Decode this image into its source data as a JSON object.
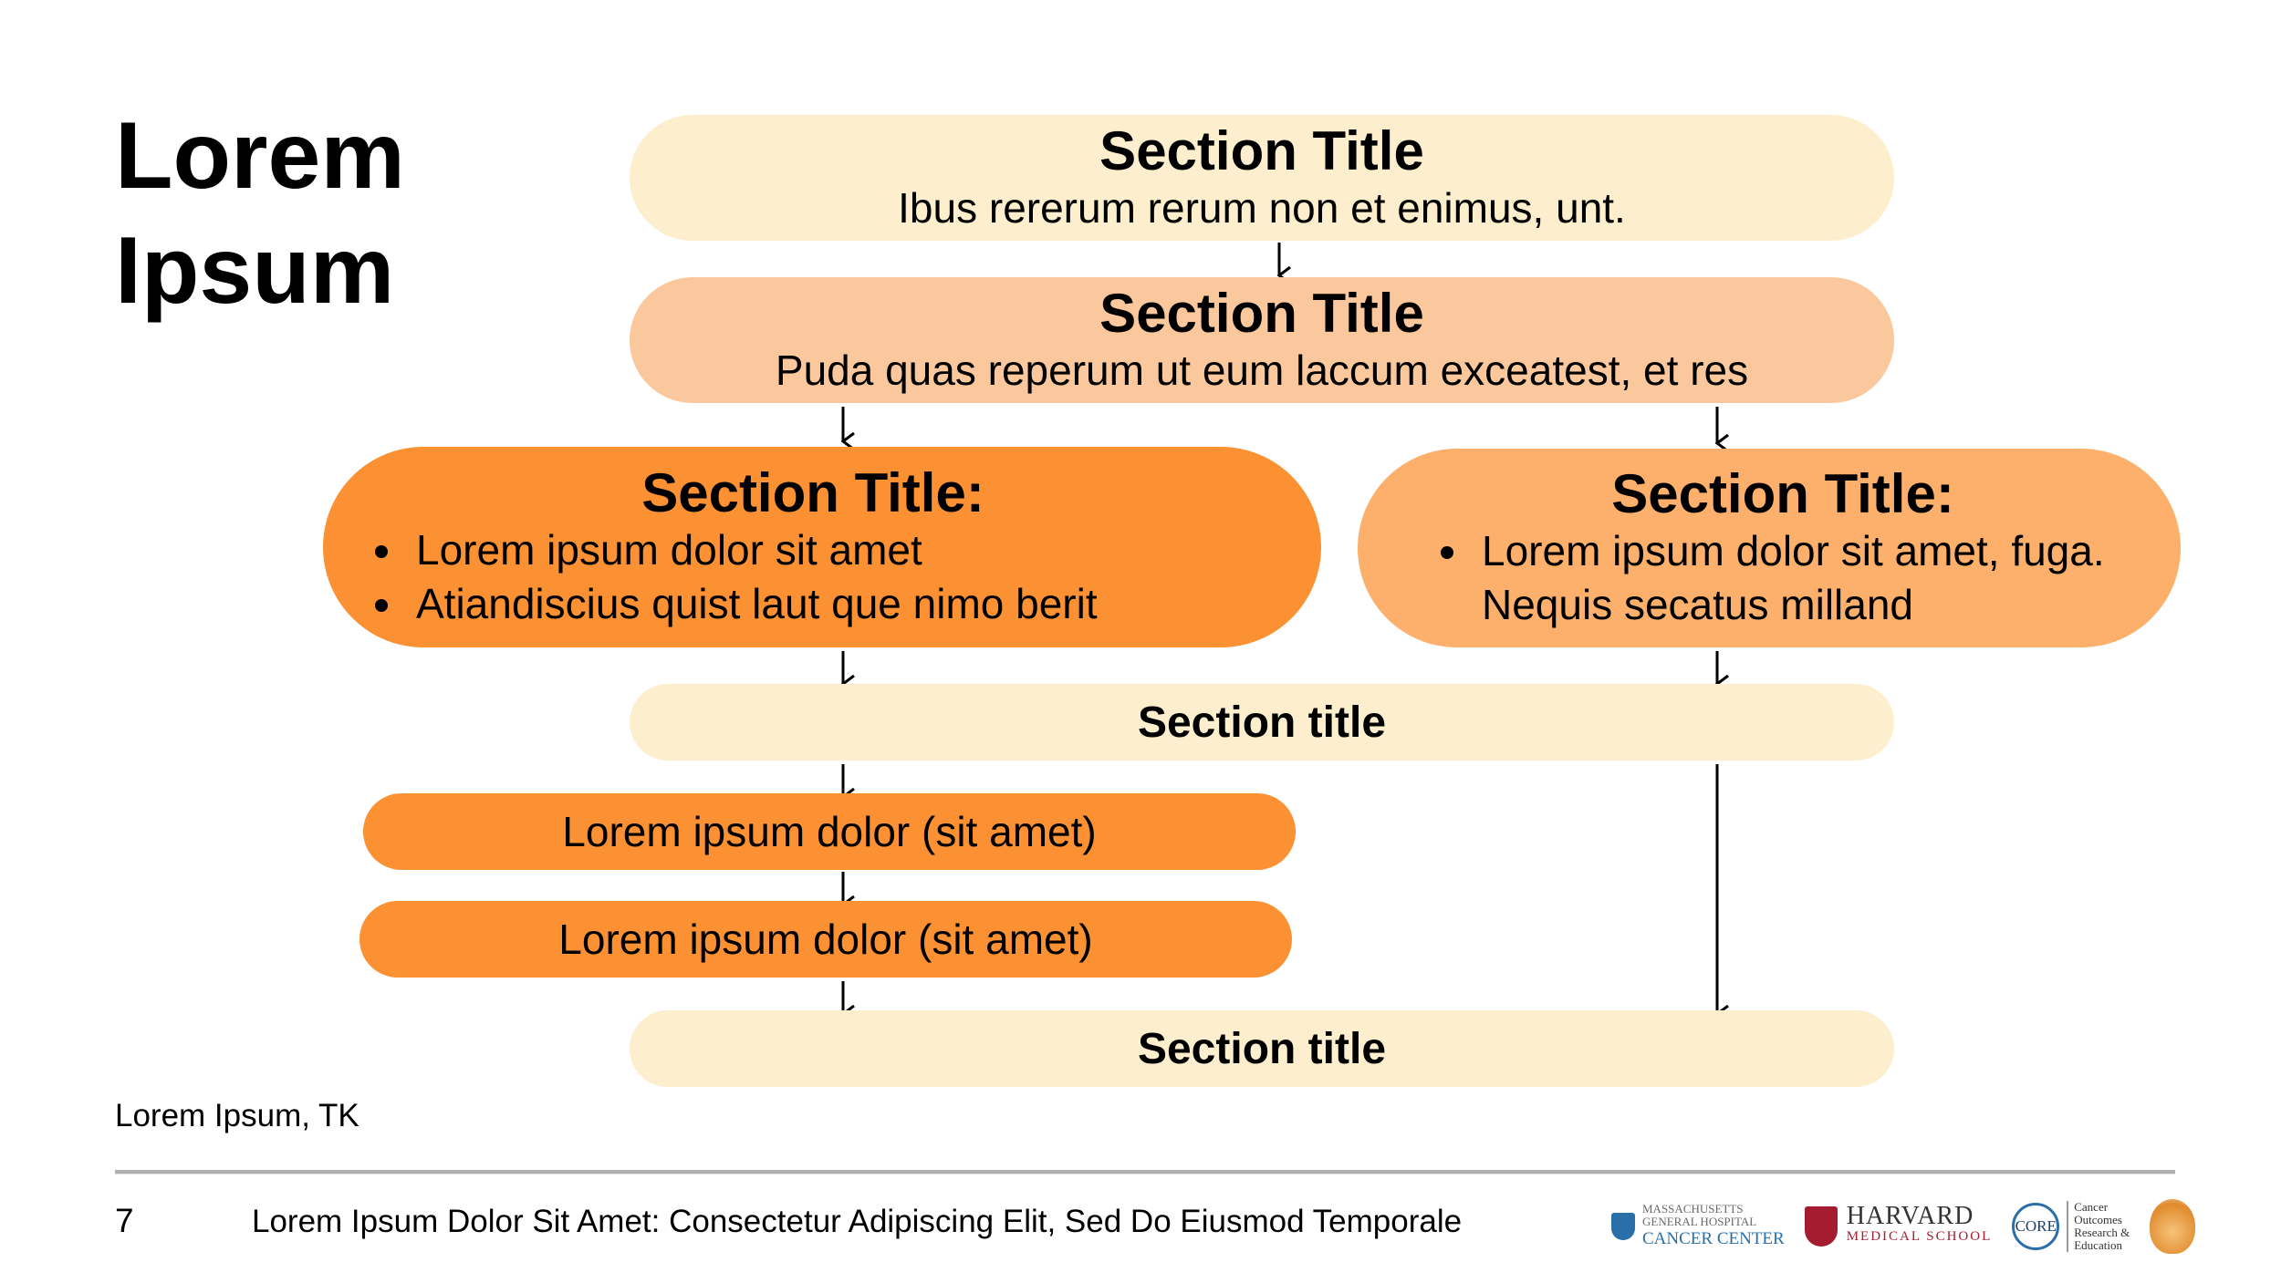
{
  "slide": {
    "title": "Lorem Ipsum",
    "source": "Lorem Ipsum, TK",
    "page_number": "7",
    "footer_title": "Lorem Ipsum Dolor Sit Amet: Consectetur Adipiscing Elit, Sed Do Eiusmod Temporale"
  },
  "flow": {
    "box1": {
      "title": "Section Title",
      "subtitle": "Ibus rererum rerum non et enimus, unt."
    },
    "box2": {
      "title": "Section Title",
      "subtitle": "Puda quas reperum ut eum laccum exceatest, et res"
    },
    "box3": {
      "title": "Section Title:",
      "bullets": [
        "Lorem ipsum dolor sit amet",
        "Atiandiscius quist laut que nimo berit"
      ]
    },
    "box4": {
      "title": "Section Title:",
      "bullets": [
        "Lorem ipsum dolor sit amet, fuga. Nequis secatus milland"
      ]
    },
    "box5": {
      "title": "Section title"
    },
    "box6": {
      "text": "Lorem ipsum dolor (sit amet)"
    },
    "box7": {
      "text": "Lorem ipsum dolor (sit amet)"
    },
    "box8": {
      "title": "Section title"
    },
    "colors": {
      "cream": "#fdeecd",
      "peach": "#fbc89e",
      "orange": "#fb9133",
      "light_orange": "#fcb06c"
    }
  },
  "logos": {
    "mgh": {
      "line1": "MASSACHUSETTS",
      "line2": "GENERAL HOSPITAL",
      "line3": "CANCER CENTER"
    },
    "harvard": {
      "line1": "HARVARD",
      "line2": "MEDICAL SCHOOL"
    },
    "core": {
      "mark": "CORE",
      "lines": [
        "Cancer",
        "Outcomes",
        "Research &",
        "Education"
      ]
    }
  }
}
